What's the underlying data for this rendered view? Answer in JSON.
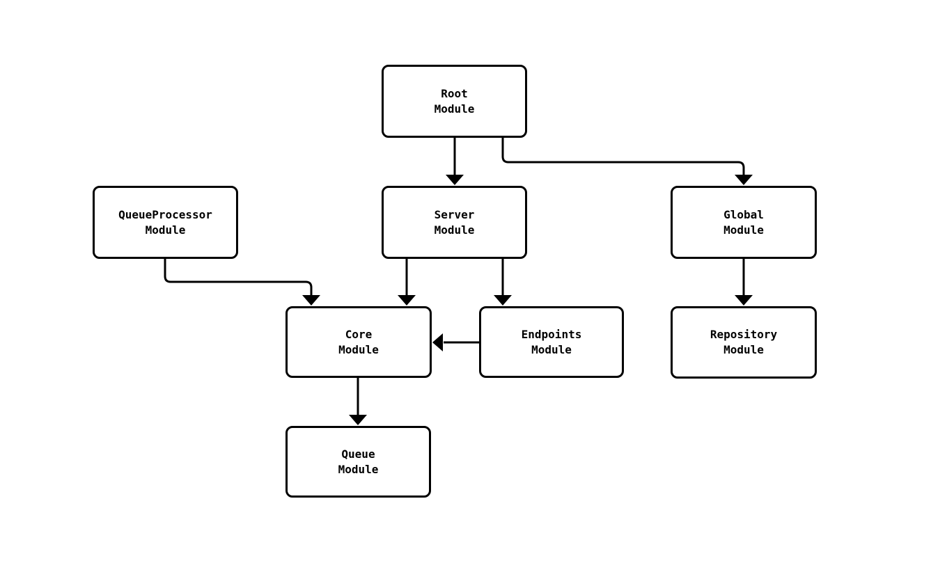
{
  "diagram": {
    "type": "module-dependency-flowchart",
    "background_color": "#ffffff",
    "node_fill_color": "#ffffff",
    "stroke_color": "#000000",
    "nodes": [
      {
        "id": "root",
        "label": "Root\nModule"
      },
      {
        "id": "queueprocessor",
        "label": "QueueProcessor\nModule"
      },
      {
        "id": "server",
        "label": "Server\nModule"
      },
      {
        "id": "global",
        "label": "Global\nModule"
      },
      {
        "id": "core",
        "label": "Core\nModule"
      },
      {
        "id": "endpoints",
        "label": "Endpoints\nModule"
      },
      {
        "id": "repository",
        "label": "Repository\nModule"
      },
      {
        "id": "queue",
        "label": "Queue\nModule"
      }
    ],
    "edges": [
      {
        "from": "root",
        "to": "server"
      },
      {
        "from": "root",
        "to": "global"
      },
      {
        "from": "queueprocessor",
        "to": "core"
      },
      {
        "from": "server",
        "to": "core"
      },
      {
        "from": "server",
        "to": "endpoints"
      },
      {
        "from": "global",
        "to": "repository"
      },
      {
        "from": "endpoints",
        "to": "core"
      },
      {
        "from": "core",
        "to": "queue"
      }
    ]
  }
}
